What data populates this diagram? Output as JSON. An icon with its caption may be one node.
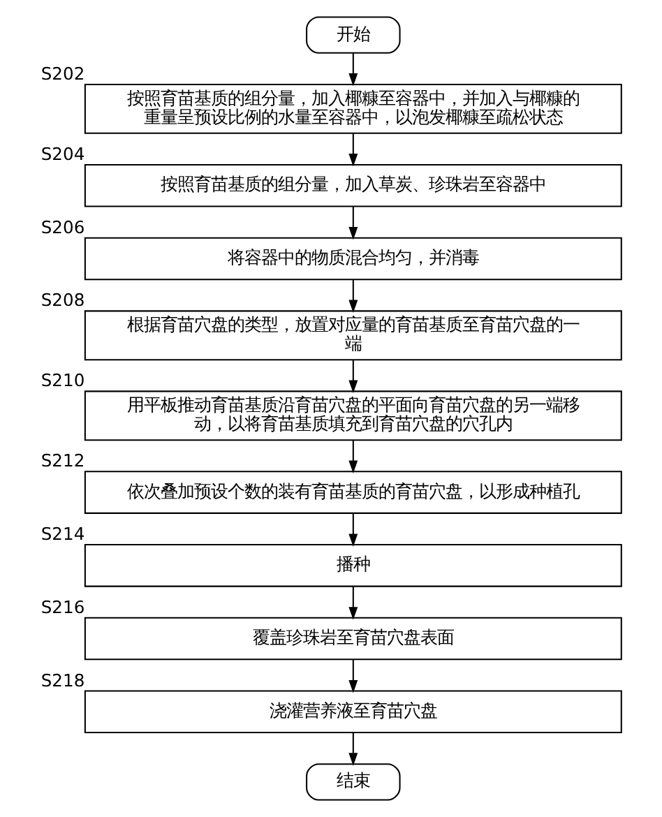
{
  "diagram": {
    "nodes": [
      {
        "text": [
          "开始"
        ]
      },
      {
        "text": [
          "按照育苗基质的组分量，加入椰糠至容器中，并加入与椰糠的重量呈预设比例的水量至容器中，以泡发椰糠至疏松状态"
        ],
        "beside": [
          "S202"
        ]
      },
      {
        "text": [
          "按照育苗基质的组分量，加入草炭、珍珠岩至容器中"
        ],
        "beside": [
          "S204"
        ]
      },
      {
        "text": [
          "将容器中的物质混合均匀，并消毒"
        ],
        "beside": [
          "S206"
        ]
      },
      {
        "text": [
          "根据育苗穴盘的类型，放置对应量的育苗基质至育苗穴盘的一端"
        ],
        "beside": [
          "S208"
        ]
      },
      {
        "text": [
          "用平板推动育苗基质沿育苗穴盘的平面向育苗穴盘的另一端移动，以将育苗基质填充到育苗穴盘的穴孔内"
        ],
        "beside": [
          "S210"
        ]
      },
      {
        "text": [
          "依次叠加预设个数的装有育苗基质的育苗穴盘，以形成种植孔"
        ],
        "beside": [
          "S212"
        ]
      },
      {
        "text": [
          "播种"
        ],
        "beside": [
          "S214"
        ]
      },
      {
        "text": [
          "覆盖珍珠岩至育苗穴盘表面"
        ],
        "beside": [
          "S216"
        ]
      },
      {
        "text": [
          "浇灌营养液至育苗穴盘"
        ],
        "beside": [
          "S218"
        ]
      },
      {
        "text": [
          "结束"
        ]
      }
    ],
    "edges": [
      {
        "from": 0,
        "to": 1,
        "arrow": "to"
      },
      {
        "from": 1,
        "to": 2,
        "arrow": "to"
      },
      {
        "from": 2,
        "to": 3,
        "arrow": "to"
      },
      {
        "from": 3,
        "to": 4,
        "arrow": "to"
      },
      {
        "from": 4,
        "to": 5,
        "arrow": "to"
      },
      {
        "from": 5,
        "to": 6,
        "arrow": "to"
      },
      {
        "from": 6,
        "to": 7,
        "arrow": "to"
      },
      {
        "from": 7,
        "to": 8,
        "arrow": "to"
      },
      {
        "from": 8,
        "to": 9,
        "arrow": "to"
      },
      {
        "from": 9,
        "to": 10,
        "arrow": "to"
      }
    ]
  }
}
